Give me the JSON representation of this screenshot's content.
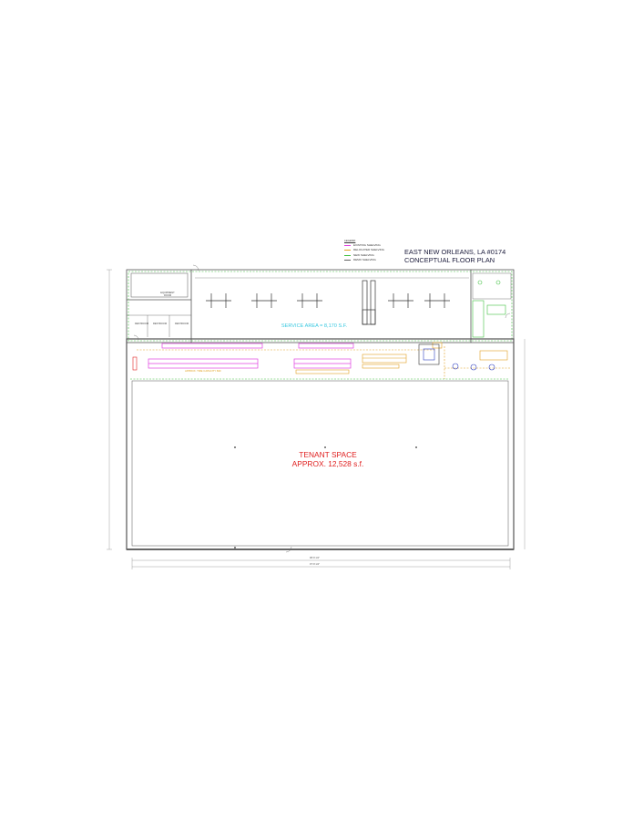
{
  "title": {
    "line1": "EAST NEW ORLEANS, LA #0174",
    "line2": "CONCEPTUAL FLOOR PLAN"
  },
  "legend": {
    "header": "LEGEND",
    "items": [
      {
        "label": "EXISTING SHELVING",
        "color": "#e040e0"
      },
      {
        "label": "RELOCATED SHELVING",
        "color": "#e0a020"
      },
      {
        "label": "NEW SHELVING",
        "color": "#40c040"
      },
      {
        "label": "DEMO SHELVING",
        "color": "#606060"
      }
    ]
  },
  "areas": {
    "service_area": "SERVICE AREA = 8,170 S.F.",
    "tenant_line1": "TENANT SPACE",
    "tenant_line2": "APPROX. 12,528 s.f.",
    "equipment_room": "EQUIPMENT ROOM",
    "restroom": "RESTROOM",
    "capacity": "APPROX. TIRE CAPACITY 840"
  },
  "dimensions": {
    "bottom_inner": "98'-8 1/2\"",
    "bottom_outer": "97'-8 1/2\""
  },
  "colors": {
    "wall": "#555555",
    "magenta": "#e040e0",
    "orange": "#e0a020",
    "green": "#40c040",
    "cyan": "#38c8e0",
    "red": "#e02020",
    "blue": "#3040c0"
  }
}
